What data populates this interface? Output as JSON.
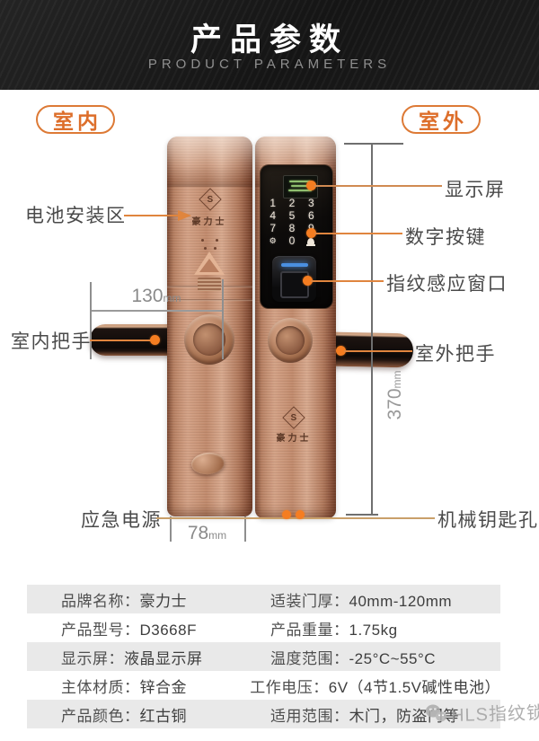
{
  "header": {
    "title": "产品参数",
    "subtitle": "PRODUCT PARAMETERS"
  },
  "badges": {
    "indoor": "室内",
    "outdoor": "室外"
  },
  "callouts": {
    "battery_area": "电池安装区",
    "indoor_handle": "室内把手",
    "emergency_power": "应急电源",
    "display_screen": "显示屏",
    "number_keys": "数字按键",
    "fingerprint_window": "指纹感应窗口",
    "outdoor_handle": "室外把手",
    "mechanical_keyhole": "机械钥匙孔"
  },
  "dimensions": {
    "handle_length": {
      "value": "130",
      "unit": "mm"
    },
    "lock_height": {
      "value": "370",
      "unit": "mm"
    },
    "lock_width": {
      "value": "78",
      "unit": "mm"
    }
  },
  "lock": {
    "brand": "豪力士",
    "logo_letter": "S",
    "keypad": {
      "digits": [
        "1",
        "2",
        "3",
        "4",
        "5",
        "6",
        "7",
        "8",
        "9"
      ],
      "zero": "0",
      "gear_glyph": "⚙"
    }
  },
  "spec_table": {
    "rows": [
      {
        "l_label": "品牌名称：",
        "l_value": "豪力士",
        "r_label": "适装门厚：",
        "r_value": "40mm-120mm"
      },
      {
        "l_label": "产品型号：",
        "l_value": "D3668F",
        "r_label": "产品重量：",
        "r_value": "1.75kg"
      },
      {
        "l_label": "显示屏：",
        "l_value": "液晶显示屏",
        "r_label": "温度范围：",
        "r_value": "-25°C~55°C"
      },
      {
        "l_label": "主体材质：",
        "l_value": "锌合金",
        "r_label": "工作电压：",
        "r_value": "6V（4节1.5V碱性电池）"
      },
      {
        "l_label": "产品颜色：",
        "l_value": "红古铜",
        "r_label": "适用范围：",
        "r_value": "木门，防盗门等"
      }
    ]
  },
  "watermark": {
    "text": "HLS指纹锁"
  },
  "colors": {
    "accent_orange": "#dd7a36",
    "dot_orange": "#f57d21",
    "copper": "#c28a6c",
    "callout_line_tan": "#c9a06a",
    "table_row_gray": "#e9e9e9",
    "header_black": "#1a1a1a"
  }
}
